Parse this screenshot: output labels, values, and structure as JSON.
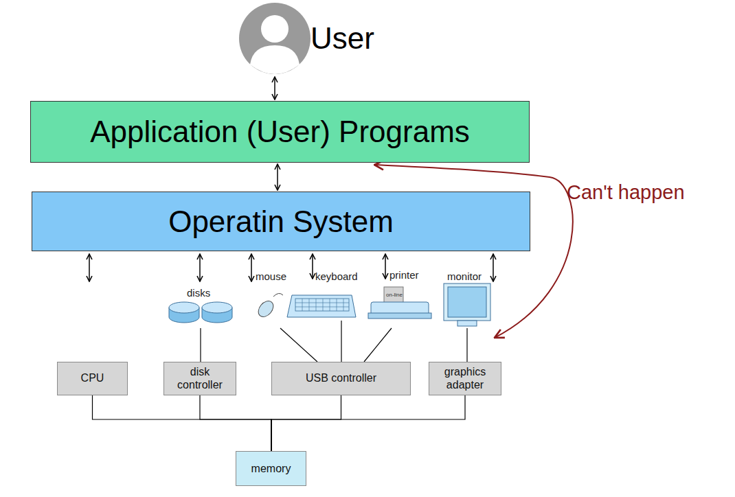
{
  "diagram": {
    "nodes": [
      {
        "text": [
          "User"
        ]
      },
      {
        "text": [
          "Application (User) Programs"
        ]
      },
      {
        "text": [
          "Operatin System"
        ]
      },
      {
        "text": [
          "CPU"
        ]
      },
      {
        "text": [
          "disk controller"
        ]
      },
      {
        "text": [
          "USB controller"
        ]
      },
      {
        "text": [
          "graphics adapter"
        ]
      },
      {
        "text": [
          "memory"
        ]
      }
    ],
    "edges": [
      {
        "from": 0,
        "to": 1,
        "arrow": "both"
      },
      {
        "from": 1,
        "to": 2,
        "arrow": "both"
      },
      {
        "from": 3,
        "to": 7,
        "arrow": "none"
      },
      {
        "from": 4,
        "to": 7,
        "arrow": "none"
      },
      {
        "from": 5,
        "to": 7,
        "arrow": "none"
      },
      {
        "from": 6,
        "to": 7,
        "arrow": "none"
      }
    ],
    "labels": [
      "disks",
      "mouse",
      "keyboard",
      "printer",
      "on-line",
      "monitor",
      "Can't happen"
    ]
  }
}
